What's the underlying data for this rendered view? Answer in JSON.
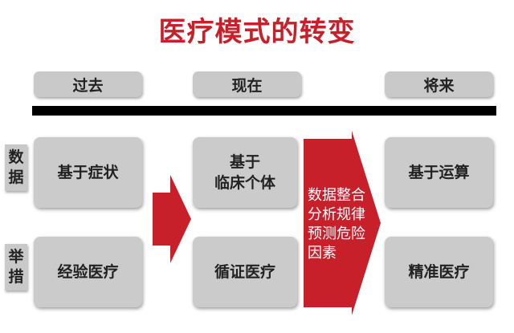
{
  "title": "医疗模式的转变",
  "columns": [
    "过去",
    "现在",
    "将来"
  ],
  "row_labels": [
    [
      "数",
      "据"
    ],
    [
      "举",
      "措"
    ]
  ],
  "boxes": {
    "past_data": "基于症状",
    "present_data": "基于\n临床个体",
    "future_data": "基于运算",
    "past_action": "经验医疗",
    "present_action": "循证医疗",
    "future_action": "精准医疗"
  },
  "big_arrow_text": [
    "数据整合",
    "分析规律",
    "预测危险",
    "因素"
  ],
  "colors": {
    "accent_red": "#c8202a",
    "box_gray": "#cbcbcb",
    "bar_black": "#000000"
  }
}
